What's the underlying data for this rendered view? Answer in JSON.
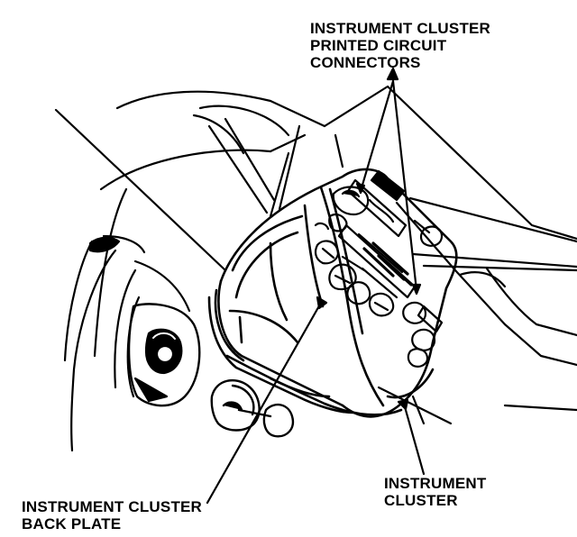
{
  "diagram": {
    "labels": {
      "connectors": [
        "INSTRUMENT CLUSTER",
        "PRINTED CIRCUIT",
        "CONNECTORS"
      ],
      "back_plate": [
        "INSTRUMENT CLUSTER",
        "BACK PLATE"
      ],
      "cluster": [
        "INSTRUMENT",
        "CLUSTER"
      ]
    },
    "colors": {
      "ink": "#000000",
      "paper": "#ffffff"
    }
  }
}
